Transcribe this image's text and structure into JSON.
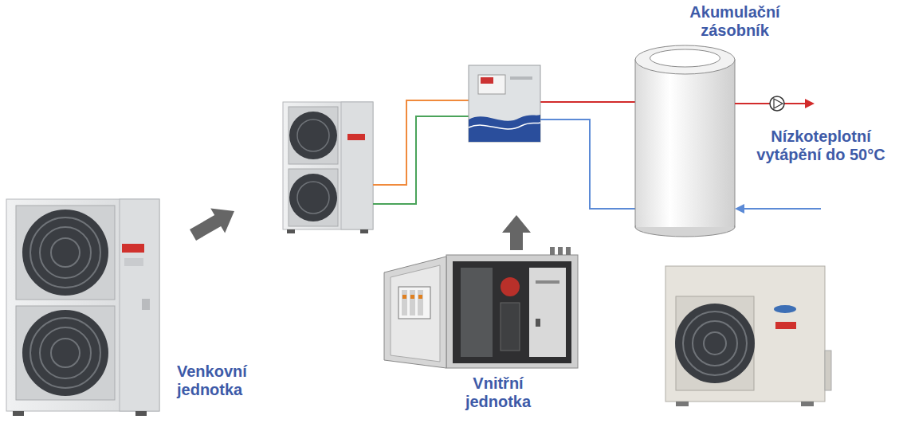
{
  "diagram": {
    "nodes": [
      {
        "text": [
          "Akumulační zásobník"
        ]
      },
      {
        "text": [
          "Venkovní jednotka"
        ]
      },
      {
        "text": [
          "Vnitřní jednotka"
        ]
      }
    ],
    "labels": [
      "Nízkoteplotní vytápění do 50°C"
    ]
  }
}
